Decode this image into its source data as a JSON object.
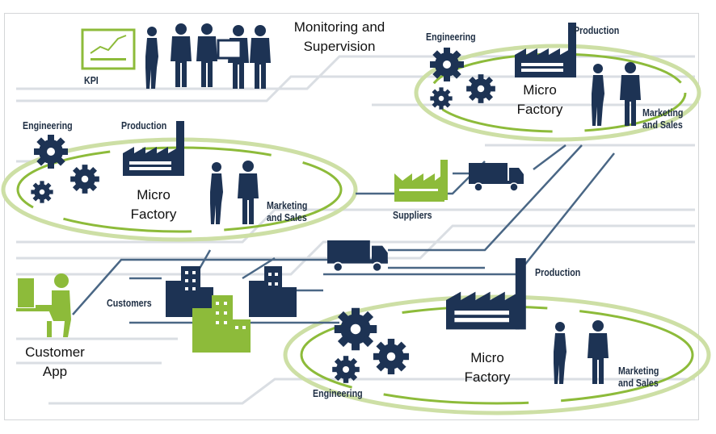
{
  "colors": {
    "navy": "#1d3354",
    "green": "#8dbb3a",
    "ring": "#c9dca0",
    "line": "#4a6785",
    "bg_line": "#d9dde2"
  },
  "monitoring": {
    "kpi_label": "KPI",
    "title_line1": "Monitoring and",
    "title_line2": "Supervision"
  },
  "factories": [
    {
      "engineering": "Engineering",
      "production": "Production",
      "name_line1": "Micro",
      "name_line2": "Factory",
      "marketing_line1": "Marketing",
      "marketing_line2": "and Sales"
    },
    {
      "engineering": "Engineering",
      "production": "Production",
      "name_line1": "Micro",
      "name_line2": "Factory",
      "marketing_line1": "Marketing",
      "marketing_line2": "and Sales"
    },
    {
      "engineering": "Engineering",
      "production": "Production",
      "name_line1": "Micro",
      "name_line2": "Factory",
      "marketing_line1": "Marketing",
      "marketing_line2": "and Sales"
    }
  ],
  "suppliers": "Suppliers",
  "customers": "Customers",
  "customer_app": {
    "line1": "Customer",
    "line2": "App"
  },
  "icons": [
    "kpi-chart-icon",
    "people-icon",
    "gear-icon",
    "factory-icon",
    "person-icon",
    "truck-icon",
    "building-icon",
    "computer-user-icon"
  ]
}
